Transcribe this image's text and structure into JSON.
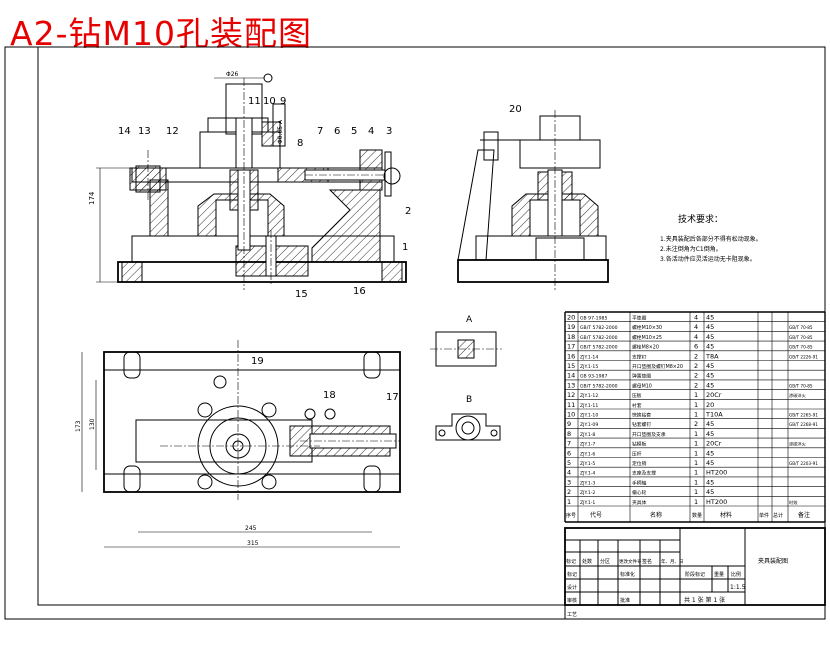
{
  "title": "A2-钻M10孔装配图",
  "part_labels": [
    "1",
    "2",
    "3",
    "4",
    "5",
    "6",
    "7",
    "8",
    "9",
    "10",
    "11",
    "12",
    "13",
    "14",
    "15",
    "16",
    "17",
    "18",
    "19",
    "20"
  ],
  "dimensions": {
    "front_height": "174",
    "top_outer_height": "173",
    "top_inner_height": "130",
    "top_inner_width": "245",
    "top_outer_width": "315",
    "phi_label": "Φ26",
    "tolerance_label": "Φ0.05 A"
  },
  "views": {
    "view_a": "A",
    "view_b": "B"
  },
  "technical_requirements": {
    "heading": "技术要求：",
    "items": [
      "1.夹具装配后各部分不得有松动现象。",
      "2.未注倒角为C1倒角。",
      "3.各活动件应灵活运动无卡阻现象。"
    ]
  },
  "parts_table": {
    "headers": [
      "序号",
      "代号",
      "名称",
      "数量",
      "材料",
      "单件",
      "总计",
      "备注"
    ],
    "rows": [
      [
        "20",
        "GB 97-1985",
        "平垫圈",
        "4",
        "45",
        ""
      ],
      [
        "19",
        "GB/T 5782-2000",
        "螺栓M10×30",
        "4",
        "45",
        "GB/T 70-85"
      ],
      [
        "18",
        "GB/T 5782-2000",
        "螺栓M10×25",
        "4",
        "45",
        "GB/T 70-85"
      ],
      [
        "17",
        "GB/T 5782-2000",
        "螺栓M8×20",
        "6",
        "45",
        "GB/T 70-85"
      ],
      [
        "16",
        "ZJY.1-14",
        "支撑钉",
        "2",
        "T8A",
        "GB/T 2226-91"
      ],
      [
        "15",
        "ZJY.1-15",
        "开口垫圈及螺钉M8×20",
        "2",
        "45",
        ""
      ],
      [
        "14",
        "GB 93-1987",
        "弹簧垫圈",
        "2",
        "45",
        ""
      ],
      [
        "13",
        "GB/T 5782-2000",
        "螺母M10",
        "2",
        "45",
        "GB/T 70-85"
      ],
      [
        "12",
        "ZJY.1-12",
        "压板",
        "1",
        "20Cr",
        "渗碳淬火"
      ],
      [
        "11",
        "ZJY.1-11",
        "衬套",
        "1",
        "20",
        ""
      ],
      [
        "10",
        "ZJY.1-10",
        "快换钻套",
        "1",
        "T10A",
        "GB/T 2265-91"
      ],
      [
        "9",
        "ZJY.1-09",
        "钻套螺钉",
        "2",
        "45",
        "GB/T 2268-91"
      ],
      [
        "8",
        "ZJY.1-8",
        "开口垫圈及支承",
        "1",
        "45",
        ""
      ],
      [
        "7",
        "ZJY.1-7",
        "钻模板",
        "1",
        "20Cr",
        "渗碳淬火"
      ],
      [
        "6",
        "ZJY.1-6",
        "压杆",
        "1",
        "45",
        ""
      ],
      [
        "5",
        "ZJY.1-5",
        "定位销",
        "1",
        "45",
        "GB/T 2203-91"
      ],
      [
        "4",
        "ZJY.1-4",
        "支座及支撑",
        "1",
        "HT200",
        ""
      ],
      [
        "3",
        "ZJY.1-3",
        "手柄轴",
        "1",
        "45",
        ""
      ],
      [
        "2",
        "ZJY.1-2",
        "偏心轮",
        "1",
        "45",
        ""
      ],
      [
        "1",
        "ZJY.1-1",
        "夹具体",
        "1",
        "HT200",
        "时效"
      ]
    ]
  },
  "title_block": {
    "drawing_name": "夹具装配图",
    "scale": "1:1.5",
    "sheet": "共 1 张  第 1 张",
    "row_labels": [
      "标记",
      "设计",
      "审核",
      "工艺"
    ],
    "change_labels": [
      "标记",
      "处数",
      "分区",
      "更改文件号",
      "签名",
      "年、月、日"
    ],
    "col_labels": [
      "阶段标记",
      "重量",
      "比例"
    ],
    "std_label": "标准化",
    "approve_label": "批准"
  }
}
